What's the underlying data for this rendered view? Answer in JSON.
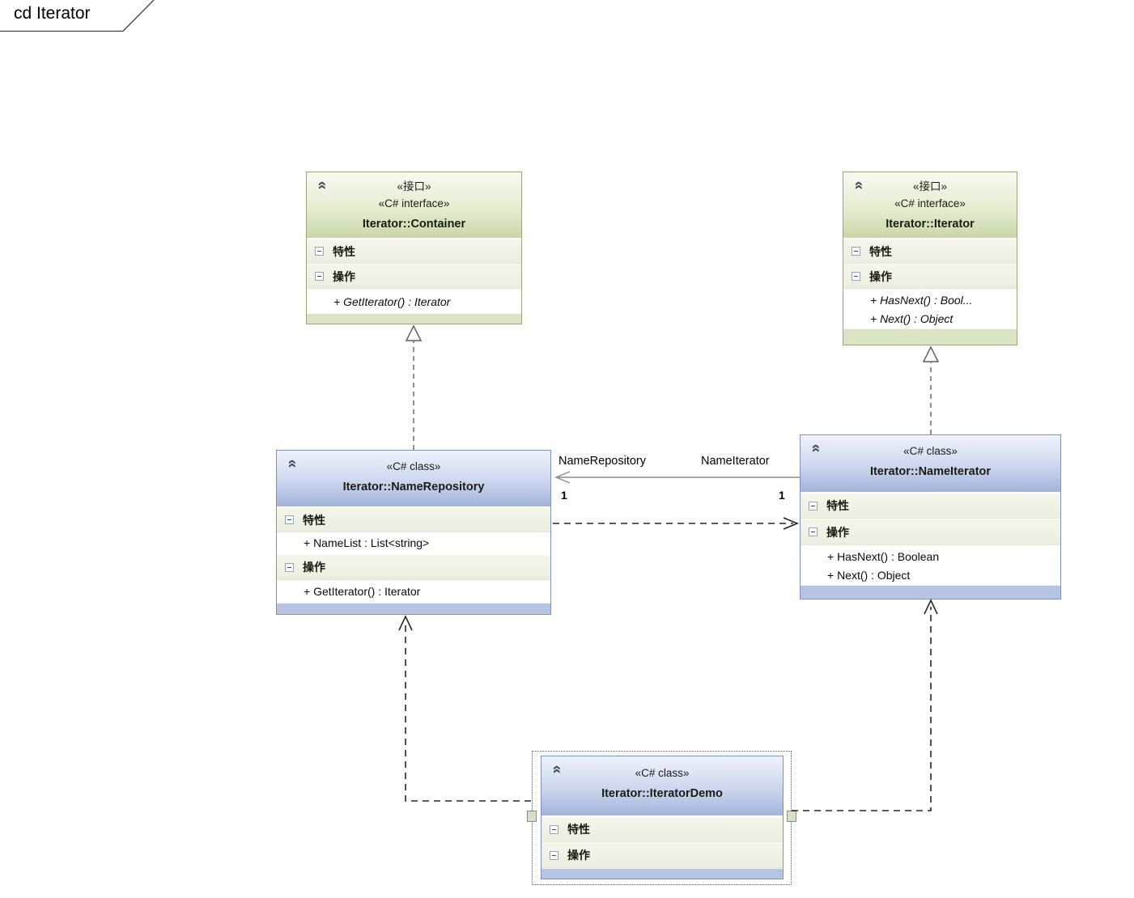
{
  "frame": {
    "label": "cd Iterator"
  },
  "labels": {
    "attributes": "特性",
    "operations": "操作"
  },
  "classes": {
    "container": {
      "stereotype_zh": "«接口»",
      "stereotype": "«C# interface»",
      "name": "Iterator::Container",
      "operations": [
        "+ GetIterator() : Iterator"
      ]
    },
    "iterator": {
      "stereotype_zh": "«接口»",
      "stereotype": "«C# interface»",
      "name": "Iterator::Iterator",
      "operations": [
        "+ HasNext() : Bool...",
        "+ Next() : Object"
      ]
    },
    "name_repository": {
      "stereotype": "«C# class»",
      "name": "Iterator::NameRepository",
      "attributes": [
        "+ NameList : List<string>"
      ],
      "operations": [
        "+ GetIterator() : Iterator"
      ]
    },
    "name_iterator": {
      "stereotype": "«C# class»",
      "name": "Iterator::NameIterator",
      "operations": [
        "+ HasNext() : Boolean",
        "+ Next() : Object"
      ]
    },
    "iterator_demo": {
      "stereotype": "«C# class»",
      "name": "Iterator::IteratorDemo"
    }
  },
  "relationships": {
    "association": {
      "source_role": "NameRepository",
      "target_role": "NameIterator",
      "source_multiplicity": "1",
      "target_multiplicity": "1"
    }
  },
  "icons": {
    "header_collapse": "chevron-up-double-icon",
    "section_collapse": "minus-box-icon"
  },
  "colors": {
    "interface_header": "#c9d6a7",
    "interface_border": "#9aa77e",
    "interface_strip": "#dce4c6",
    "class_header": "#a2b3da",
    "class_border": "#8091c4",
    "class_strip": "#b8c4e4",
    "section_background": "#f1f2e7",
    "selection_handle": "#d2e2c6"
  }
}
